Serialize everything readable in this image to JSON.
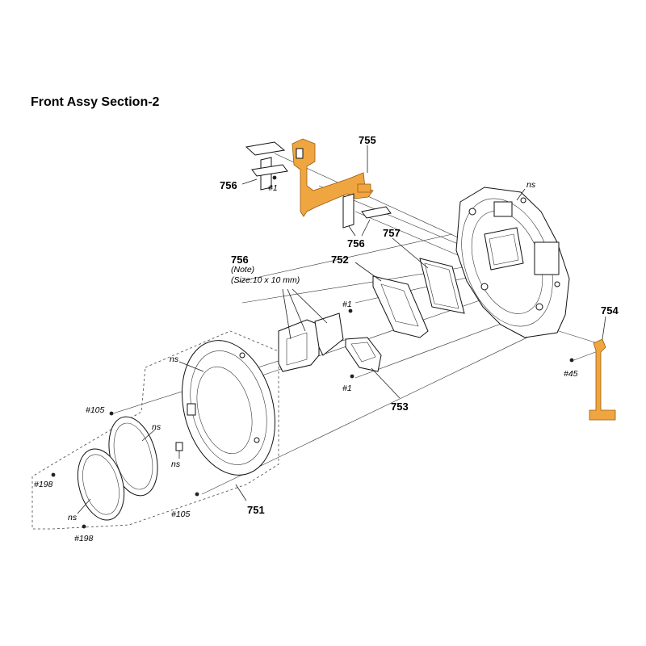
{
  "title": "Front Assy Section-2",
  "colors": {
    "highlight": "#f0a640",
    "line": "#222222"
  },
  "labels": {
    "p751": "751",
    "p752": "752",
    "p753": "753",
    "p754": "754",
    "p755": "755",
    "p756_top": "756",
    "p756_bottom": "756",
    "p756_note": "756",
    "p757": "757",
    "note": "(Note)",
    "size": "(Size:10 x 10 mm)",
    "s1_a": "#1",
    "s1_b": "#1",
    "s1_c": "#1",
    "s45": "#45",
    "s105_a": "#105",
    "s105_b": "#105",
    "s198_a": "#198",
    "s198_b": "#198",
    "ns_1": "ns",
    "ns_2": "ns",
    "ns_3": "ns",
    "ns_4": "ns",
    "ns_5": "ns"
  }
}
